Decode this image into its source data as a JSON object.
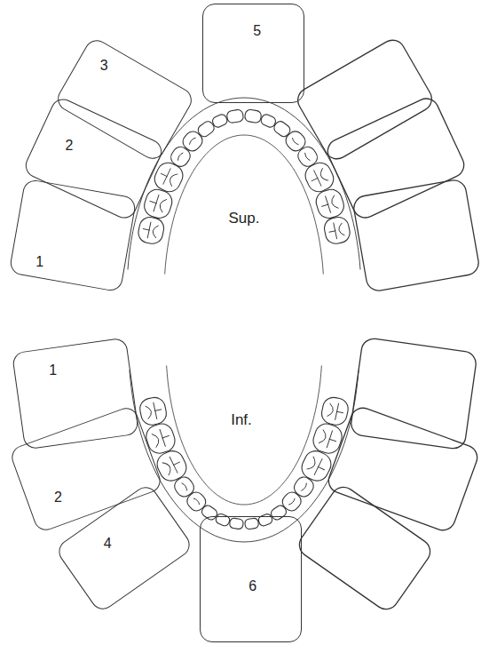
{
  "diagram": {
    "nodes": [
      {
        "text": [
          "3"
        ]
      },
      {
        "text": [
          "5"
        ]
      },
      {
        "text": [
          "2"
        ]
      },
      {
        "text": [
          "1"
        ]
      },
      {
        "text": [
          "1"
        ]
      },
      {
        "text": [
          "2"
        ]
      },
      {
        "text": [
          "4"
        ]
      },
      {
        "text": [
          "6"
        ]
      }
    ],
    "labels": [
      "Sup.",
      "Inf."
    ]
  }
}
